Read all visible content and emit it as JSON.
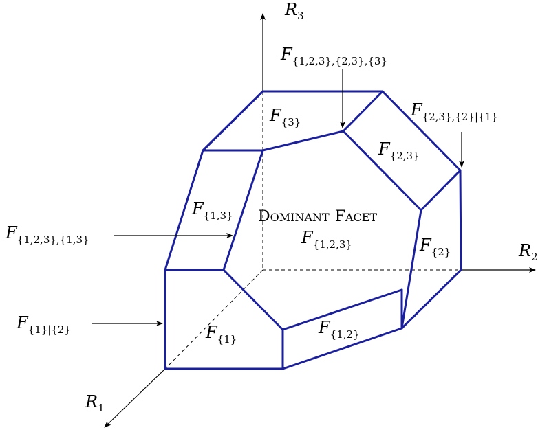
{
  "axes": {
    "r1": {
      "main": "R",
      "sub": "1"
    },
    "r2": {
      "main": "R",
      "sub": "2"
    },
    "r3": {
      "main": "R",
      "sub": "3"
    }
  },
  "dominant_facet": {
    "title_cap1": "D",
    "title_rest1": "OMINANT",
    "title_cap2": "F",
    "title_rest2": "ACET",
    "main": "F",
    "sub": "{1,2,3}"
  },
  "facets": {
    "f3": {
      "main": "F",
      "sub": "{3}"
    },
    "f23": {
      "main": "F",
      "sub": "{2,3}"
    },
    "f13": {
      "main": "F",
      "sub": "{1,3}"
    },
    "f2": {
      "main": "F",
      "sub": "{2}"
    },
    "f1": {
      "main": "F",
      "sub": "{1}"
    },
    "f12": {
      "main": "F",
      "sub": "{1,2}"
    }
  },
  "callouts": {
    "c123_23_3": {
      "main": "F",
      "sub": "{1,2,3},{2,3},{3}"
    },
    "c23_2_1": {
      "main": "F",
      "sub": "{2,3},{2}|{1}"
    },
    "c123_13": {
      "main": "F",
      "sub": "{1,2,3},{1,3}"
    },
    "c1_2": {
      "main": "F",
      "sub": "{1}|{2}"
    }
  },
  "colors": {
    "edges": "#1a1f9e",
    "axes": "#000000"
  }
}
